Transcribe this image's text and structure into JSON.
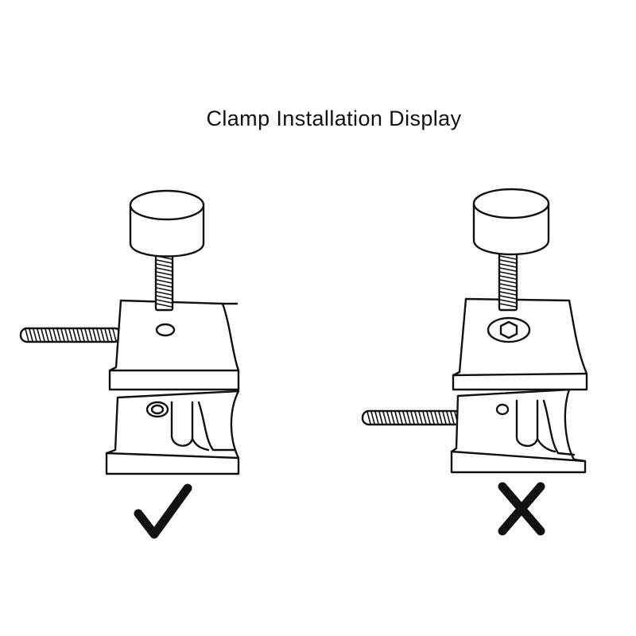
{
  "title": "Clamp Installation Display",
  "colors": {
    "stroke": "#111111",
    "background": "#ffffff"
  },
  "panels": [
    {
      "name": "correct-installation",
      "mark_icon": "check-mark-icon"
    },
    {
      "name": "incorrect-installation",
      "mark_icon": "cross-mark-icon"
    }
  ]
}
